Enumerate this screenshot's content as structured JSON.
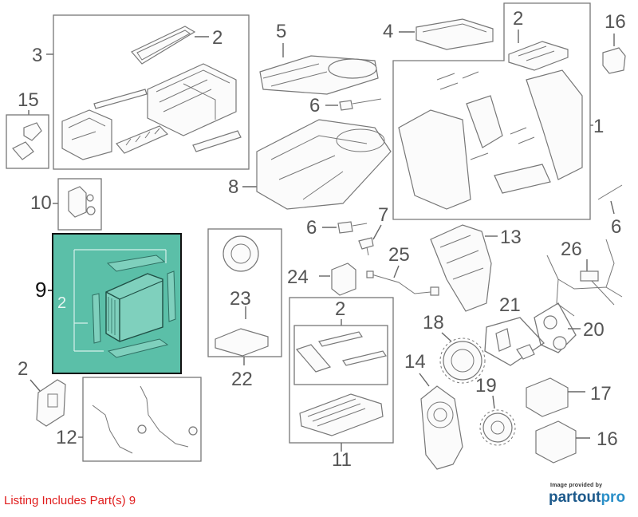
{
  "callouts": {
    "c1": "1",
    "c2a": "2",
    "c2b": "2",
    "c2c": "2",
    "c2d": "2",
    "c2e": "2",
    "c3": "3",
    "c4": "4",
    "c5": "5",
    "c6a": "6",
    "c6b": "6",
    "c6c": "6",
    "c7": "7",
    "c8": "8",
    "c9": "9",
    "c10": "10",
    "c11": "11",
    "c12": "12",
    "c13": "13",
    "c14": "14",
    "c15": "15",
    "c16a": "16",
    "c16b": "16",
    "c17": "17",
    "c18": "18",
    "c19": "19",
    "c20": "20",
    "c21": "21",
    "c22": "22",
    "c23": "23",
    "c24": "24",
    "c25": "25",
    "c26": "26"
  },
  "highlight": {
    "part": "9",
    "color": "#5bbfa8"
  },
  "footer": {
    "listing_note": "Listing Includes Part(s) 9",
    "note_color": "#e01c1c",
    "credit_small": "Image provided by",
    "credit_brand_a": "partout",
    "credit_brand_b": "pro"
  }
}
